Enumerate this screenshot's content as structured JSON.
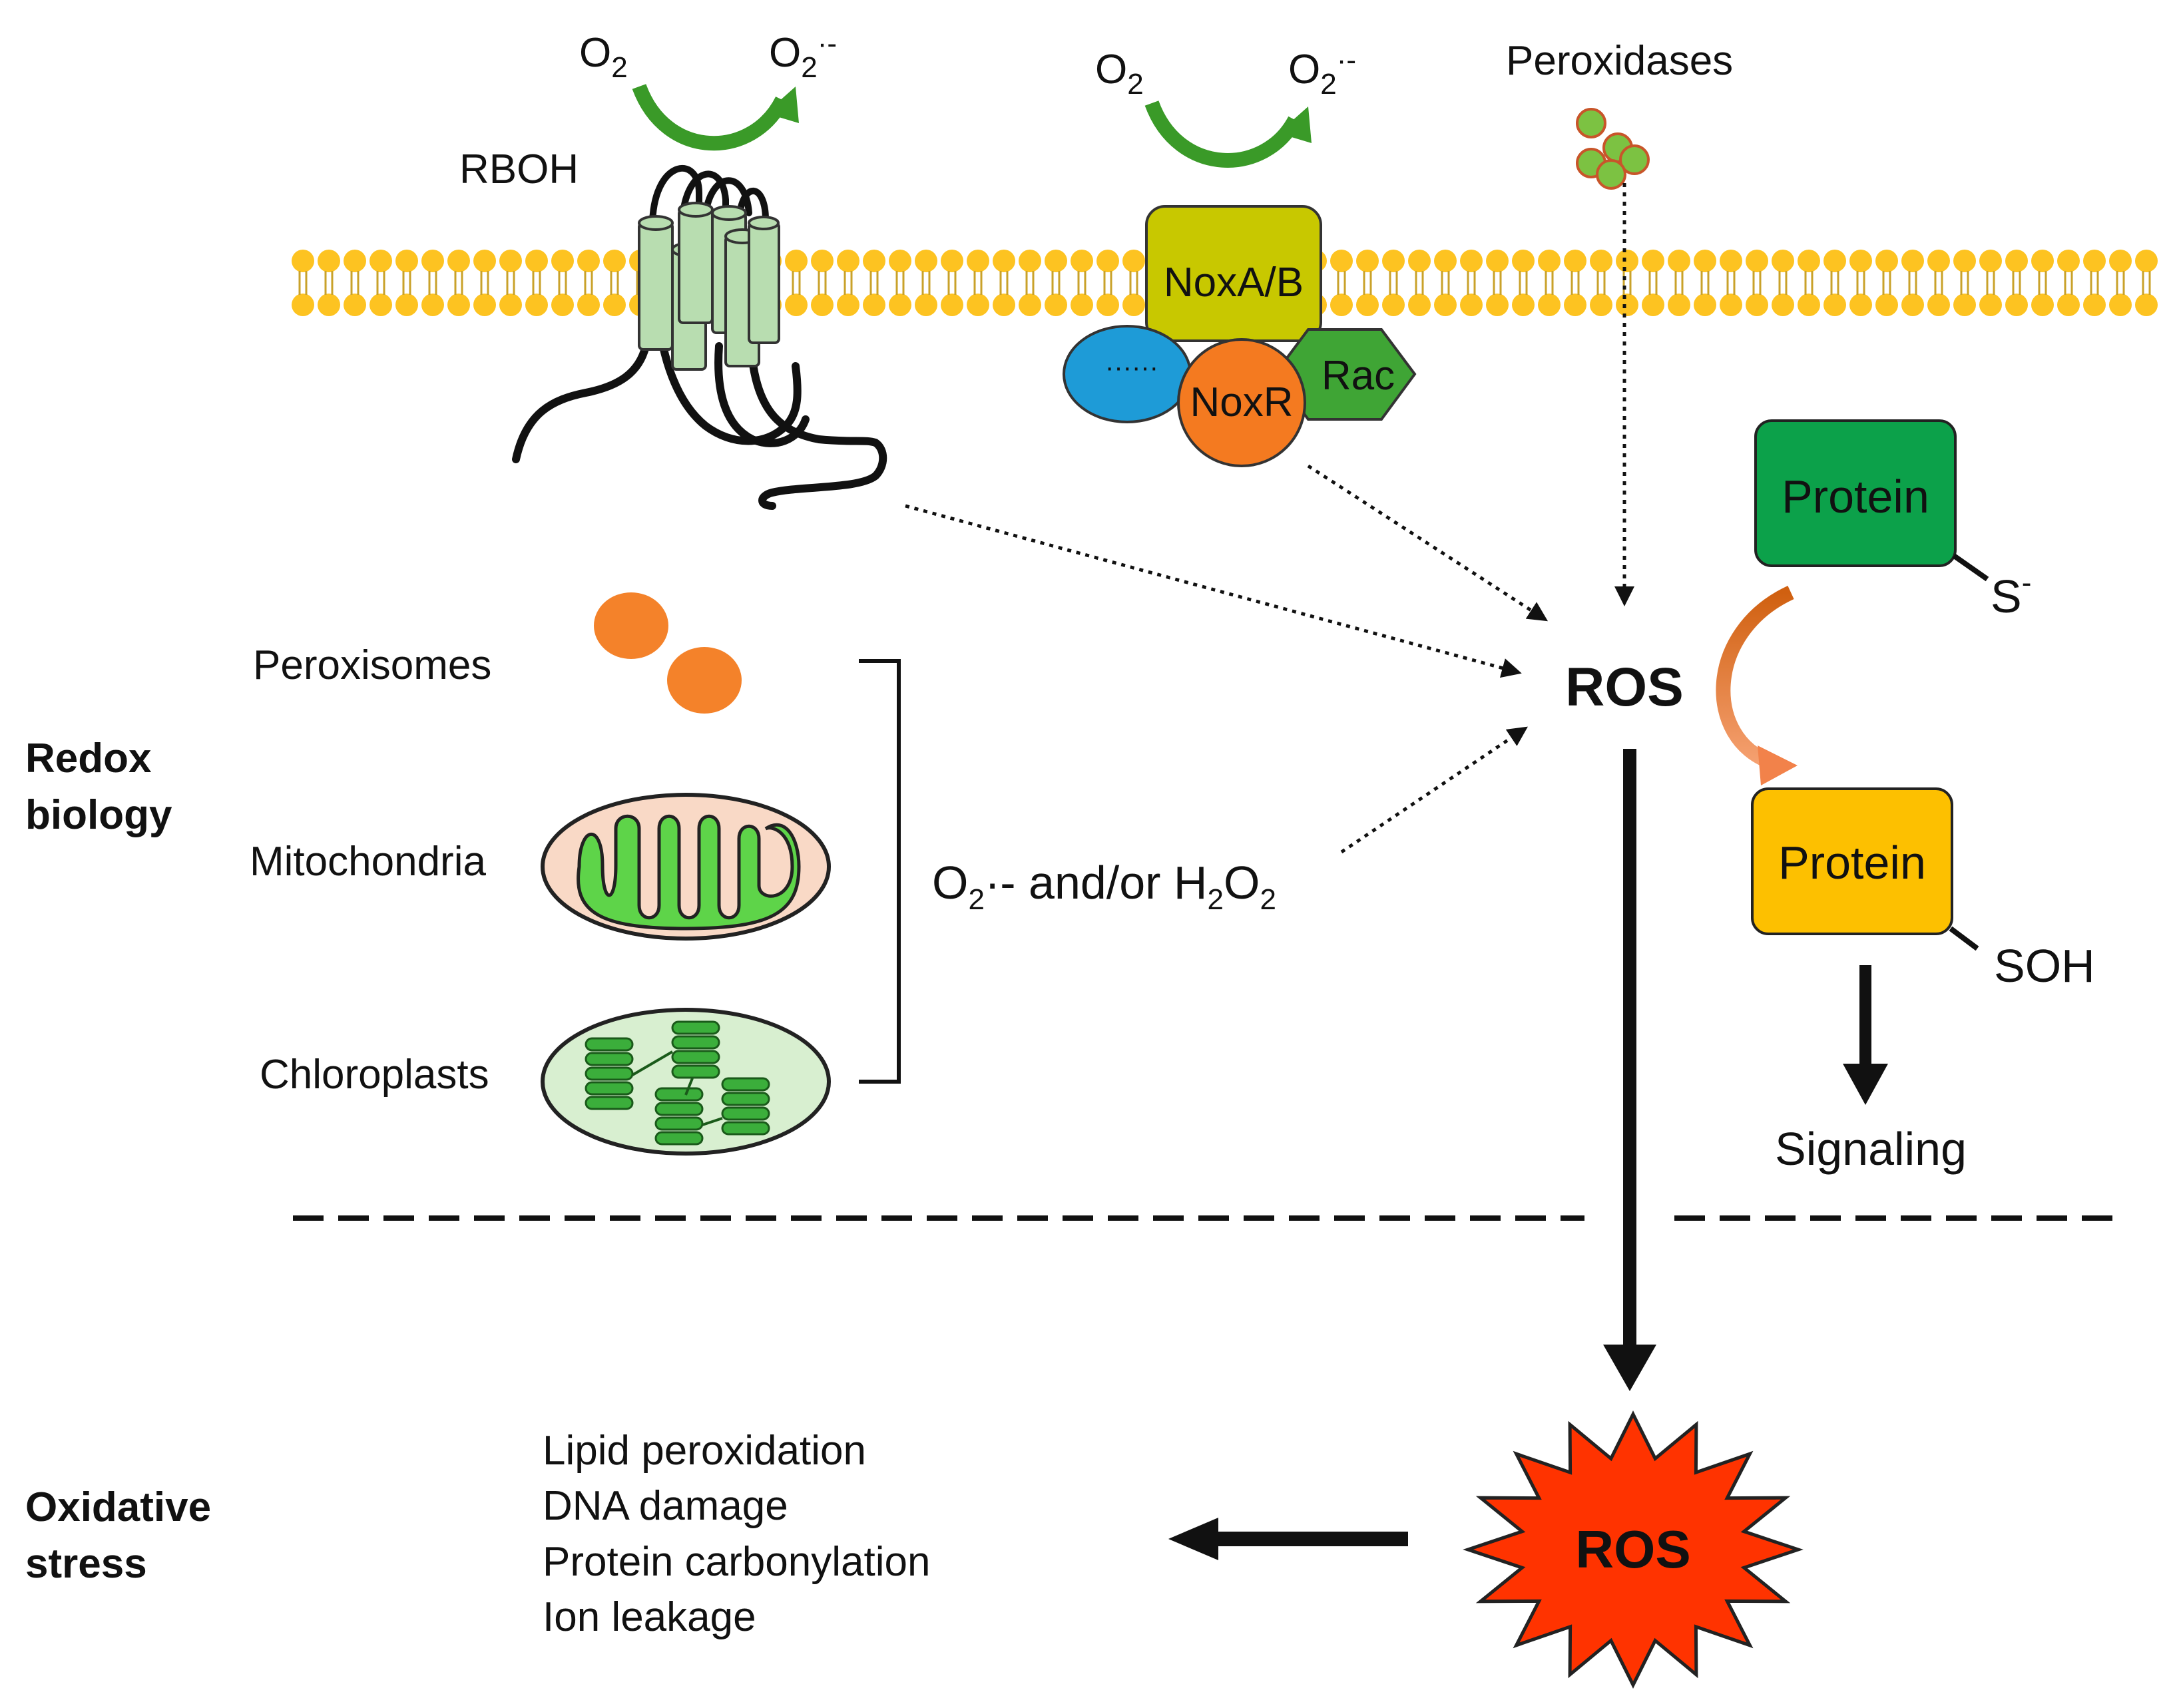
{
  "membrane": {
    "rboh_label": "RBOH",
    "rboh_o2": "O",
    "rboh_o2_sub": "2",
    "rboh_product": "O",
    "rboh_product_sub": "2",
    "rboh_product_sup": "·-",
    "nox_o2": "O",
    "nox_o2_sub": "2",
    "nox_product": "O",
    "nox_product_sub": "2",
    "nox_product_sup": "·-",
    "peroxidases_label": "Peroxidases",
    "noxab_label": "NoxA/B",
    "noxr_label": "NoxR",
    "rac_label": "Rac",
    "dots_label": "······"
  },
  "organelles": {
    "peroxisomes_label": "Peroxisomes",
    "mitochondria_label": "Mitochondria",
    "chloroplasts_label": "Chloroplasts",
    "species_part1": "O",
    "species_sub1": "2",
    "species_part2": "·- and/or H",
    "species_sub2": "2",
    "species_part3": "O",
    "species_sub3": "2"
  },
  "sections": {
    "redox_line1": "Redox",
    "redox_line2": "biology",
    "oxidative_line1": "Oxidative",
    "oxidative_line2": "stress"
  },
  "ros": {
    "center_label": "ROS",
    "burst_label": "ROS"
  },
  "protein": {
    "reduced_label": "Protein",
    "reduced_group": "S",
    "reduced_group_sup": "-",
    "oxidized_label": "Protein",
    "oxidized_group": "SOH",
    "signaling_label": "Signaling"
  },
  "damage": {
    "effects": [
      "Lipid peroxidation",
      "DNA damage",
      "Protein carbonylation",
      "Ion leakage"
    ]
  },
  "colors": {
    "membrane_head": "#FDC321",
    "rboh_green": "#B8DDB0",
    "arrow_green": "#2E8B1E",
    "noxab": "#C8C800",
    "noxr": "#F47A20",
    "rac": "#3FA535",
    "blue_subunit": "#1E9BD7",
    "protein_reduced": "#0CA14A",
    "protein_oxidized": "#FDC000",
    "orange_arrow": "#E8742A",
    "ros_burst": "#FF3300",
    "peroxisome": "#F4822A",
    "mito_outer": "#F9D9C6",
    "mito_inner": "#5ED449",
    "chloro_fill": "#D8EFD0",
    "thylakoid": "#3BAE3B"
  }
}
